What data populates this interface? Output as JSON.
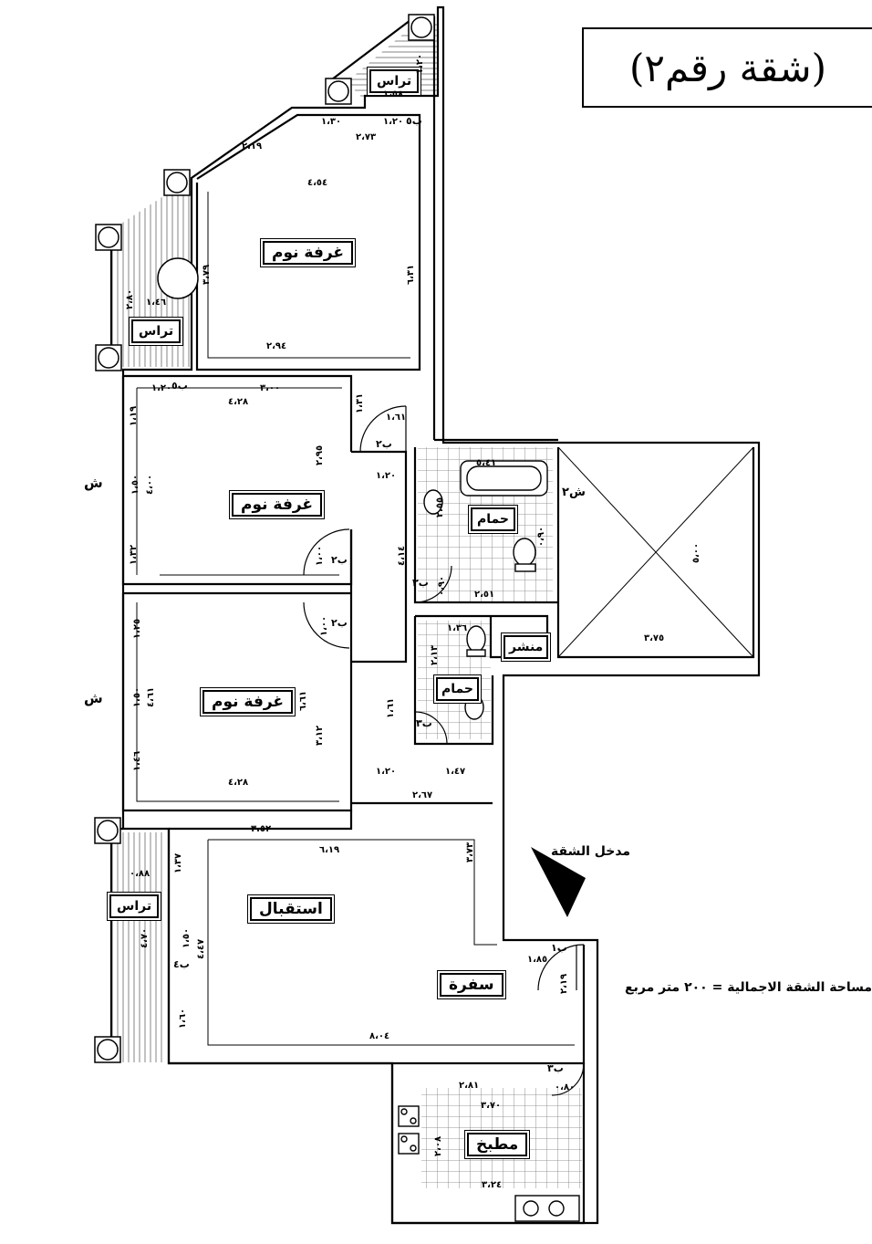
{
  "title": "(شقة رقم٢)",
  "rooms": {
    "bedroom_top": "غرفة نوم",
    "bedroom_mid": "غرفة نوم",
    "bedroom_low": "غرفة نوم",
    "reception": "استقبال",
    "dining": "سفرة",
    "kitchen": "مطبخ",
    "bath_main": "حمام",
    "bath_small": "حمام",
    "laundry": "منشر",
    "terrace_top": "تراس",
    "terrace_left": "تراس",
    "terrace_bottom": "تراس"
  },
  "entrance_label": "مدخل الشقة",
  "total_area_label": "مساحة الشقة الاجمالية = ٢٠٠ متر مربع",
  "door_tags": {
    "d1": "ب٥",
    "d2": "ب٥",
    "d3": "ب٢",
    "d4": "ب٢",
    "d5": "ب٢",
    "d6": "ب٣",
    "d7": "ب٣",
    "d8": "ب١",
    "d9": "ب٣",
    "d10": "ب٤",
    "w1": "ش",
    "w2": "ش",
    "w3": "ش٢"
  },
  "dims": {
    "t1": "١،٥٨",
    "t2": "١،٣٠",
    "t3": "١،٢٠",
    "t4": "٢،٧٣",
    "t5": "٢،١٩",
    "t6": "٤،٥٤",
    "t7": "٣،٧٩",
    "t8": "٦،٣١",
    "t9": "٢،٩٤",
    "t10": "١،٤٦",
    "t11": "٢،٨٠",
    "t12": "١،٢٠",
    "t13": "٣،٠٠",
    "t14": "٤،٢٨",
    "t15": "١،٣١",
    "t16": "١،٦١",
    "t17": "١،١٩",
    "t18": "٢،٩٥",
    "t19": "١،٥٠",
    "t20": "٤،٠٠",
    "t21": "١،٢٠",
    "t22": "١،٣٢",
    "t23": "١،٠٠",
    "t24": "٤،١٤",
    "t25": "١،٠٠",
    "t26": "١،٢٥",
    "t27": "١،٥٠",
    "t28": "٤،٦١",
    "t29": "١،٤٦",
    "t30": "٤،٢٨",
    "t31": "٦،٦١",
    "t32": "٣،١٢",
    "t33": "٢،٥٥",
    "t34": "٢،٥١",
    "t35": "٠،٩٠",
    "t36": "٠،٩٠",
    "t37": "١،٣٦",
    "t38": "٢،١٣",
    "t39": "١،٦١",
    "t40": "١،٢٠",
    "t41": "١،٤٧",
    "t42": "٢،٦٧",
    "t43": "٣،٧٥",
    "t44": "٥،٠٠",
    "t45": "٣،٥٢",
    "t46": "٦،١٩",
    "t47": "٣،٧٣",
    "t48": "١،٣٧",
    "t49": "٠،٨٨",
    "t50": "٤،٧٠",
    "t51": "١،٥٠",
    "t52": "٤،٤٧",
    "t53": "١،٦٠",
    "t54": "٨،٠٤",
    "t55": "١،٨٥",
    "t56": "٢،١٩",
    "t57": "٠،٨٠",
    "t58": "٢،٨١",
    "t59": "٣،٧٠",
    "t60": "٢،٠٨",
    "t61": "٣،٢٤",
    "t62": "٥،٤١",
    "t63": "١،٢٠"
  }
}
